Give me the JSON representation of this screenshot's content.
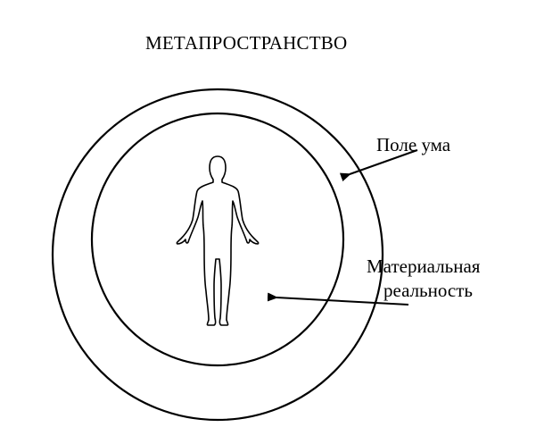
{
  "title": "МЕТАПРОСТРАНСТВО",
  "labels": {
    "mind_field": "Поле ума",
    "material_reality_line1": "Материальная",
    "material_reality_line2": "реальность"
  },
  "icons": {
    "figure": "human-figure-icon",
    "arrow": "arrow-icon"
  },
  "colors": {
    "line": "#000000",
    "background": "#ffffff"
  }
}
